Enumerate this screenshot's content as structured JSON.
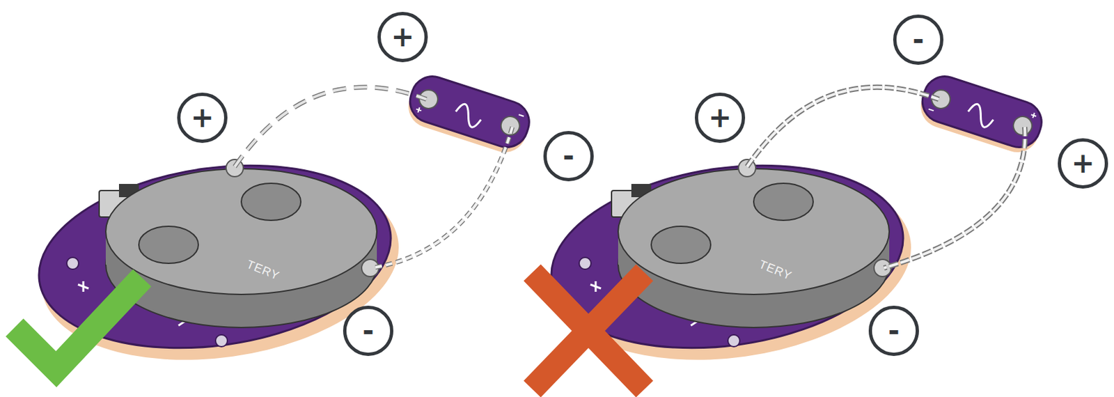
{
  "diagram": {
    "nodes": [
      {
        "text": [
          "+"
        ]
      },
      {
        "text": [
          "+"
        ]
      },
      {
        "text": [
          "-"
        ]
      },
      {
        "text": [
          "-"
        ]
      },
      {
        "text": [
          "-"
        ]
      },
      {
        "text": [
          "+"
        ]
      },
      {
        "text": [
          "+"
        ]
      },
      {
        "text": [
          "-"
        ]
      }
    ],
    "labels": [
      "TERY",
      "TERY"
    ]
  }
}
